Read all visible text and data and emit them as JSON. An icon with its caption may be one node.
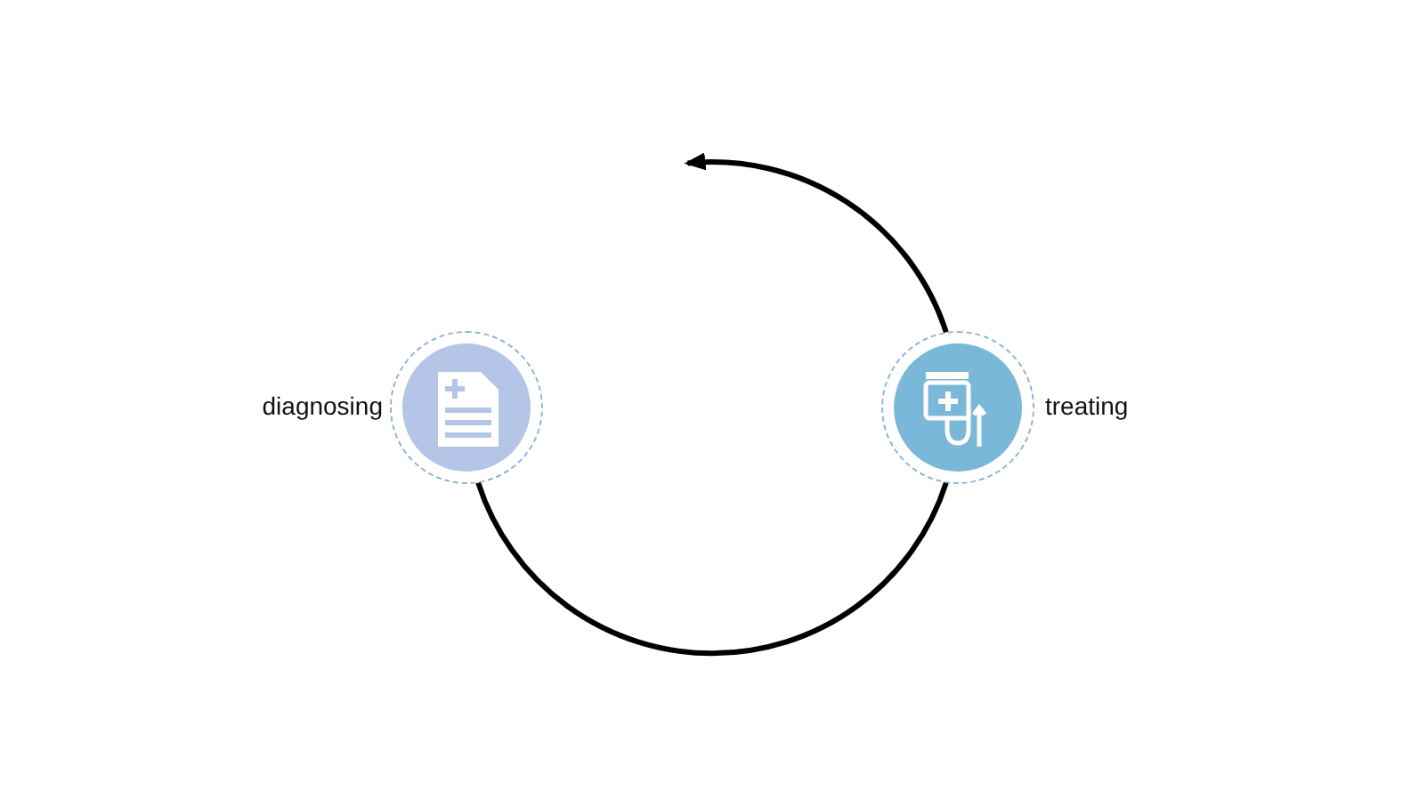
{
  "diagram": {
    "nodes": [
      {
        "text": [],
        "shape": "circle",
        "beside": [
          "diagnosing"
        ]
      },
      {
        "text": [],
        "shape": "circle",
        "beside": [
          "treating"
        ]
      }
    ],
    "edges": [
      {
        "from": 0,
        "to": 1,
        "arrow": "none"
      },
      {
        "from": 1,
        "to": null,
        "arrow": "to"
      }
    ]
  }
}
